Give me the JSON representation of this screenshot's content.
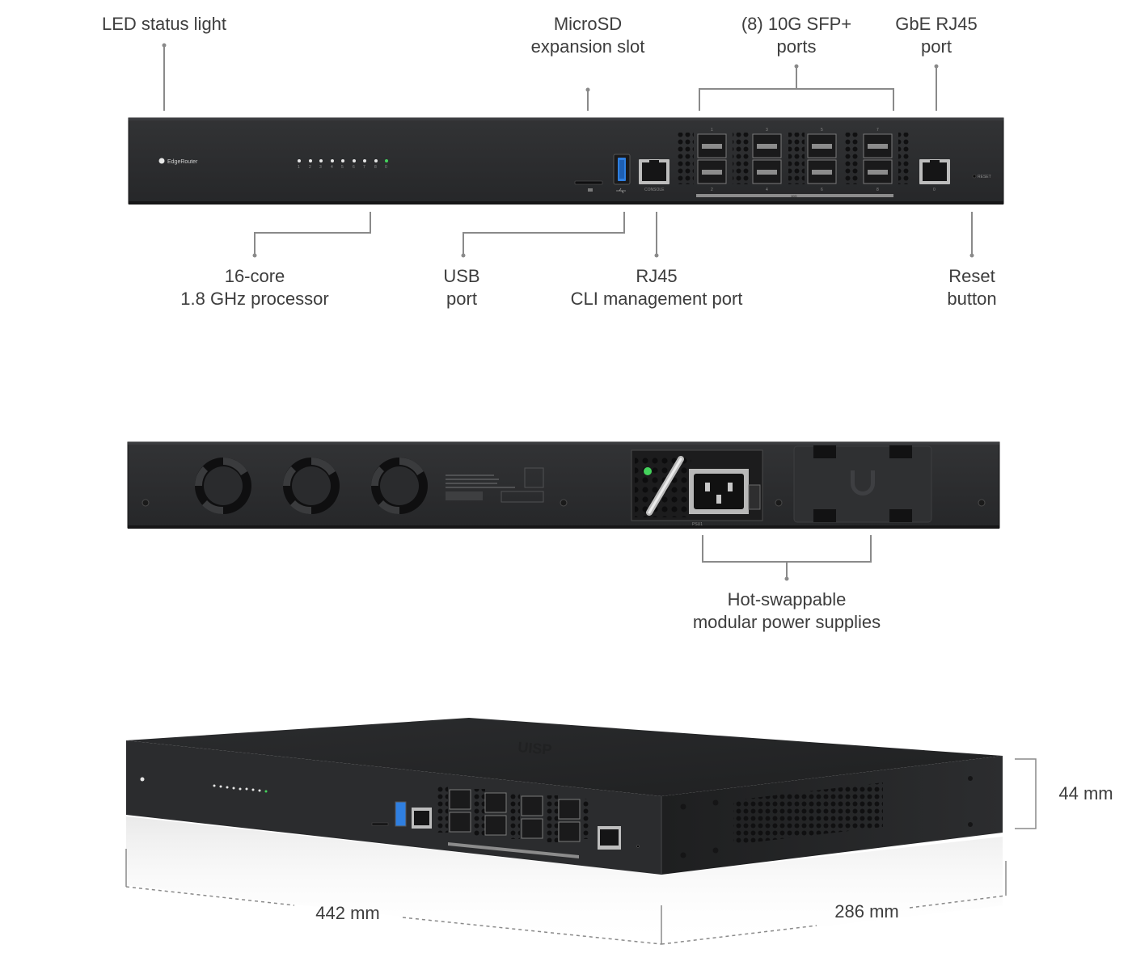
{
  "colors": {
    "chassis": "#2a2b2d",
    "chassis_edge": "#1a1a1b",
    "callout_line": "#8a8a8a",
    "led_green": "#44d35c",
    "usb_blue": "#2f7fe0",
    "text": "#3d3d3d"
  },
  "front_panel": {
    "brand": "EdgeRouter",
    "led_numbers": [
      "1",
      "2",
      "3",
      "4",
      "5",
      "6",
      "7",
      "8",
      "0"
    ],
    "sfp_top_numbers": [
      "1",
      "3",
      "5",
      "7"
    ],
    "sfp_bottom_numbers": [
      "2",
      "4",
      "6",
      "8"
    ],
    "rj45_port_number": "0",
    "console_label": "CONSOLE",
    "reset_label": "RESET",
    "sfp_bar_label": "10G"
  },
  "rear_panel": {
    "psu_label": "PSU1"
  },
  "callouts": {
    "led_status": [
      "LED status light"
    ],
    "microsd": [
      "MicroSD",
      "expansion slot"
    ],
    "sfp_ports": [
      "(8) 10G SFP+",
      "ports"
    ],
    "gbe_rj45": [
      "GbE RJ45",
      "port"
    ],
    "processor": [
      "16-core",
      "1.8 GHz processor"
    ],
    "usb": [
      "USB",
      "port"
    ],
    "cli_port": [
      "RJ45",
      "CLI management port"
    ],
    "reset": [
      "Reset",
      "button"
    ],
    "psu": [
      "Hot-swappable",
      "modular power supplies"
    ]
  },
  "dimensions": {
    "height": "44 mm",
    "width": "442 mm",
    "depth": "286 mm"
  },
  "icons": [
    "usb-icon",
    "fan-icon",
    "power-inlet-icon",
    "led-icon",
    "ubiquiti-logo-icon"
  ]
}
